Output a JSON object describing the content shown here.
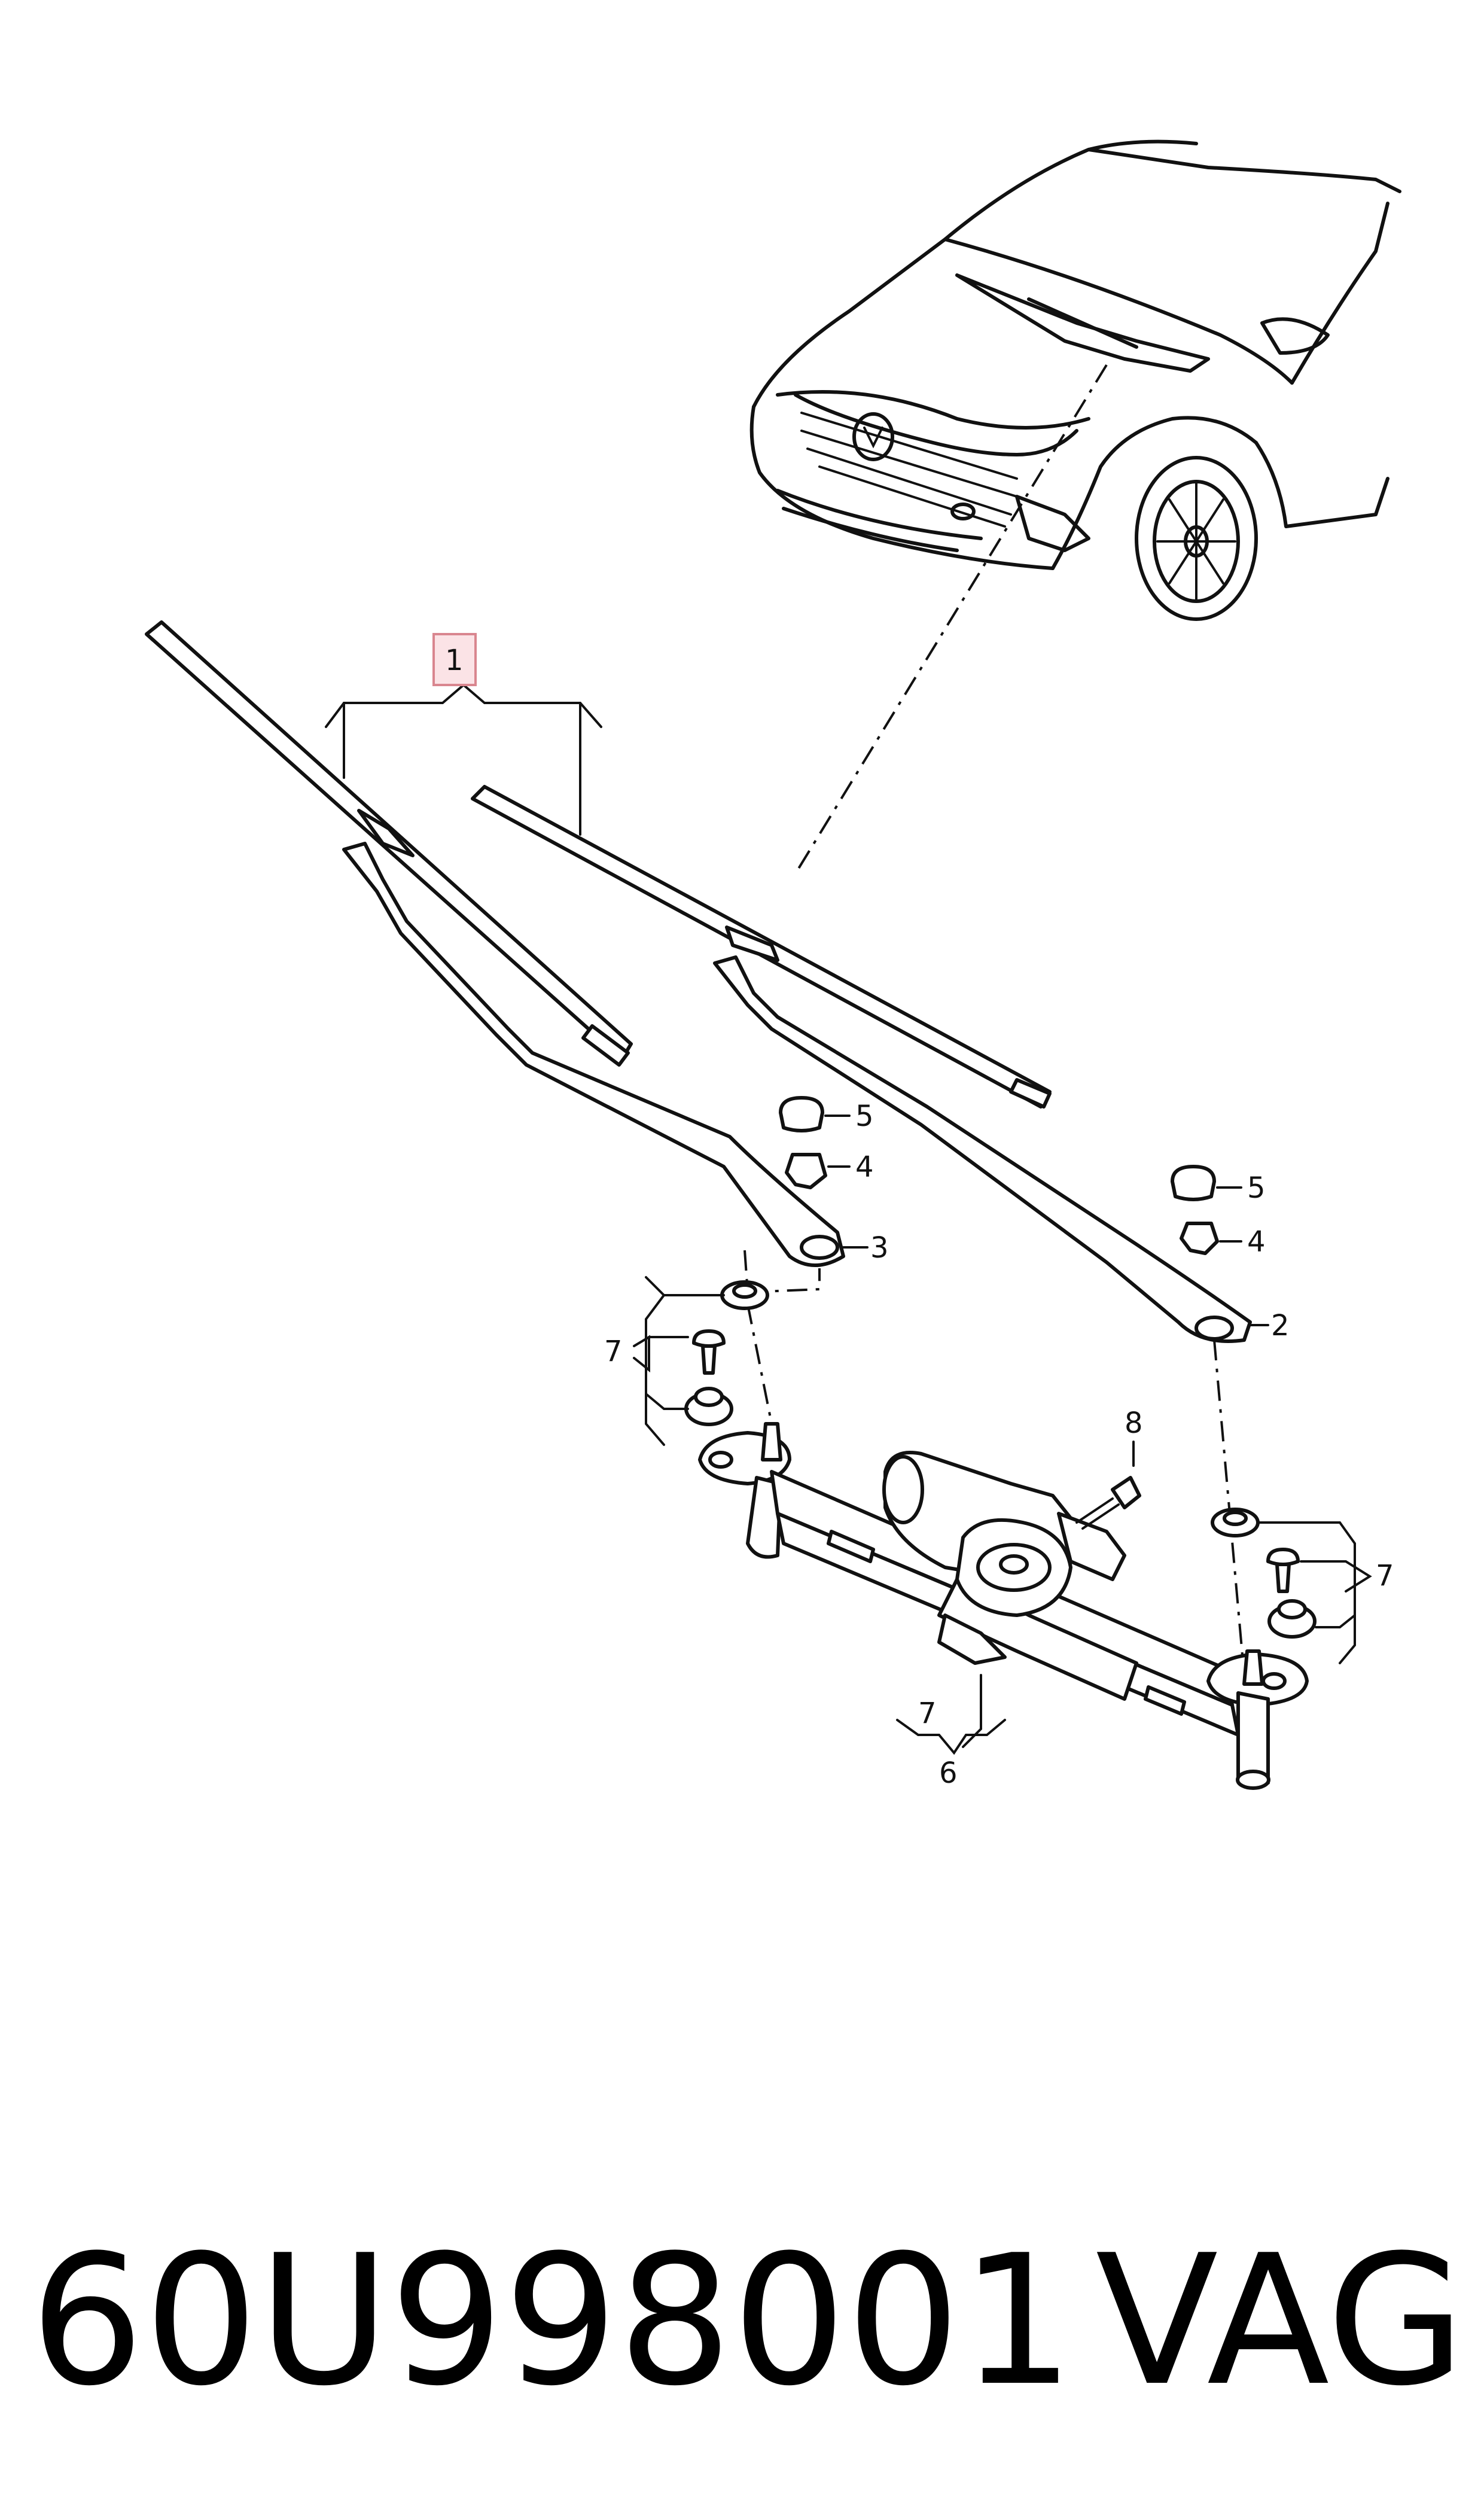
{
  "diagram": {
    "callouts": {
      "c1": "1",
      "c2": "2",
      "c3": "3",
      "c4a": "4",
      "c4b": "4",
      "c5a": "5",
      "c5b": "5",
      "c6": "6",
      "c7a": "7",
      "c7b": "7",
      "c7c": "7",
      "c8": "8"
    },
    "highlight_color": "#fbe3e6"
  },
  "footer": {
    "part_number": "60U998001",
    "brand": "VAG"
  }
}
